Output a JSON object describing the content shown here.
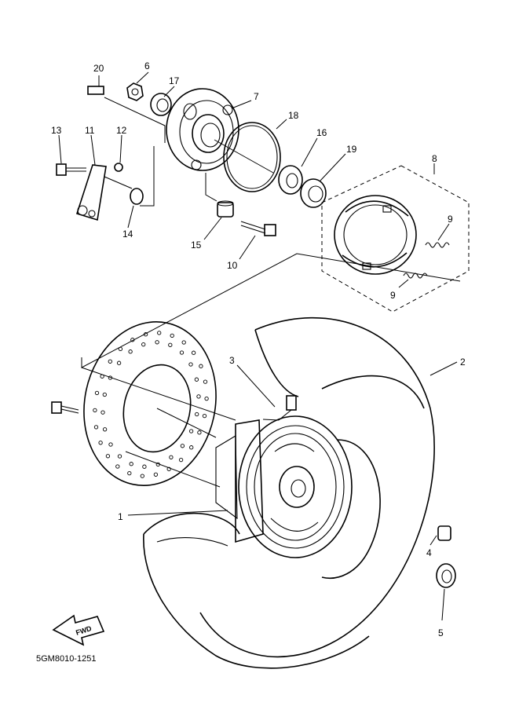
{
  "diagram": {
    "code": "5GM8010-1251",
    "fwd_label": "FWD",
    "callouts": {
      "c1": "1",
      "c2": "2",
      "c3": "3",
      "c4": "4",
      "c5": "5",
      "c6": "6",
      "c7": "7",
      "c8": "8",
      "c9a": "9",
      "c9b": "9",
      "c10": "10",
      "c11": "11",
      "c12": "12",
      "c13": "13",
      "c14": "14",
      "c15": "15",
      "c16": "16",
      "c17": "17",
      "c18": "18",
      "c19": "19",
      "c20": "20"
    }
  }
}
